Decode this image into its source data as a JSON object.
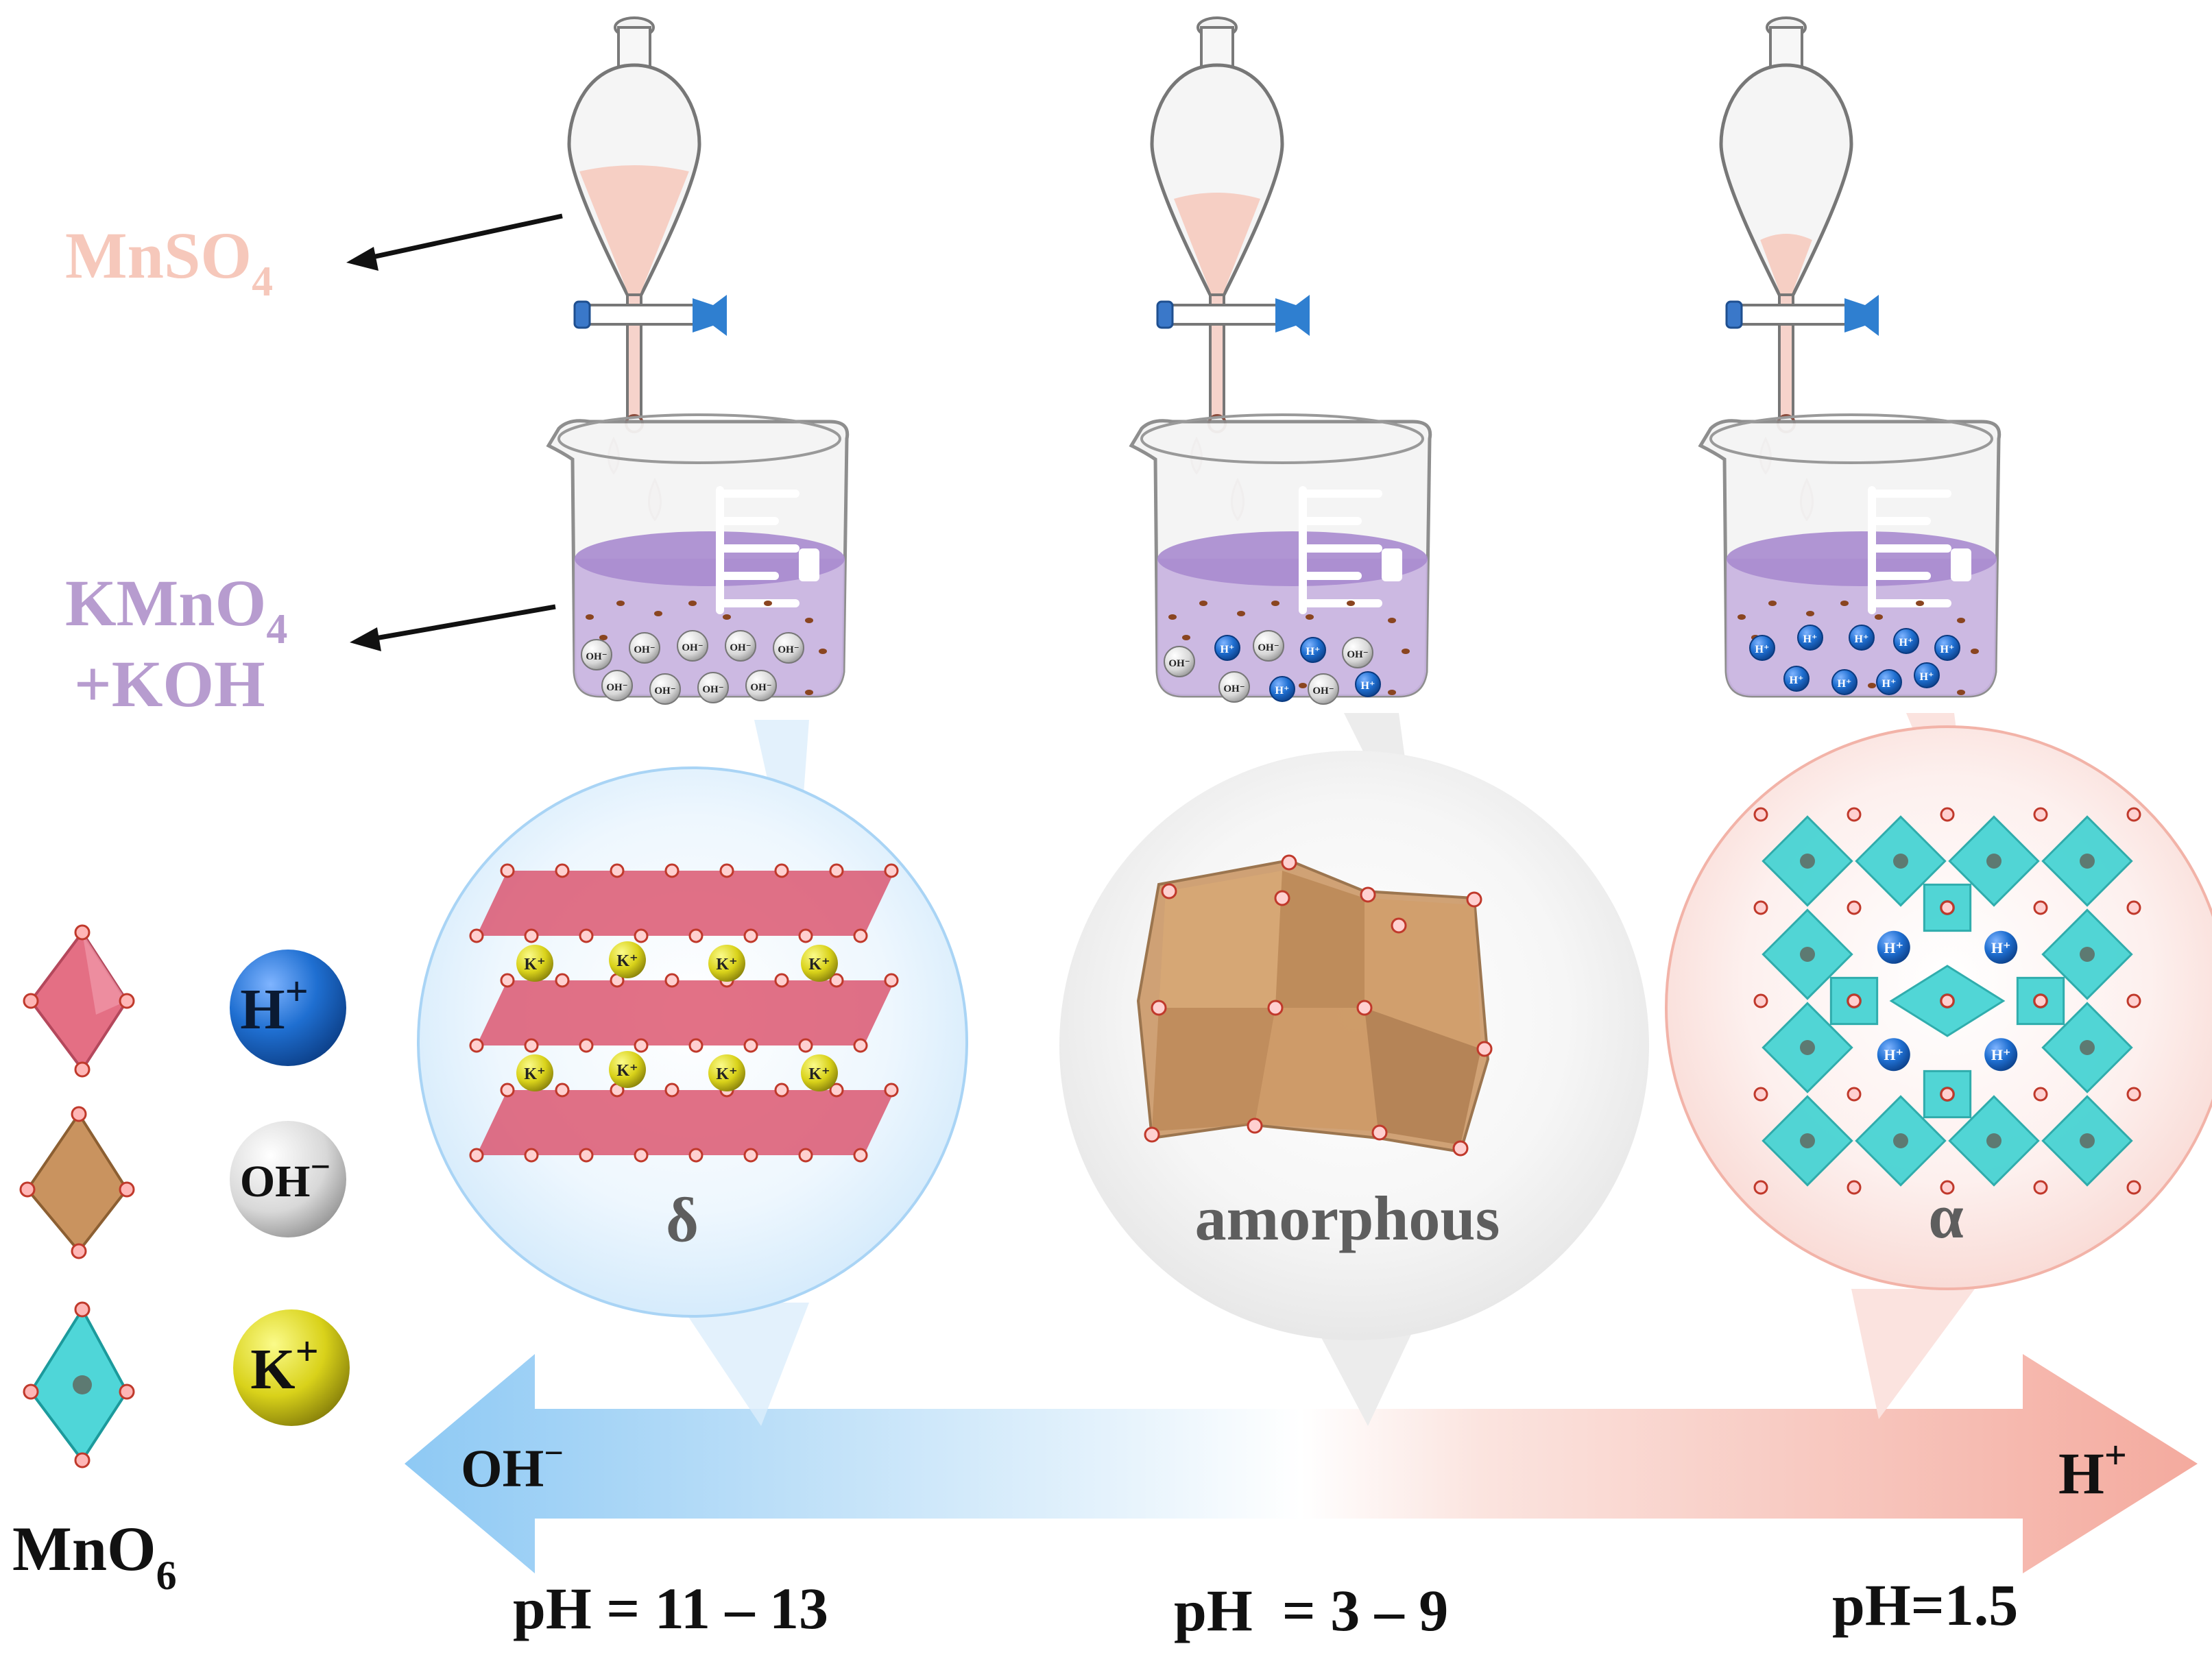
{
  "reagents": {
    "mnso4": {
      "main": "MnSO",
      "sub": "4",
      "color": "#f6c8bb"
    },
    "kmno4": {
      "line1_main": "KMnO",
      "line1_sub": "4",
      "line2": "+KOH",
      "color": "#b79ccf"
    }
  },
  "phases": [
    "δ",
    "amorphous",
    "α"
  ],
  "ph_values": [
    "pH = 11 – 13",
    "pH  = 3 – 9",
    "pH=1.5"
  ],
  "arrow": {
    "left_label_main": "OH",
    "left_label_sup": "−",
    "right_label_main": "H",
    "right_label_sup": "+",
    "left_color": "#8ec9f4",
    "right_color": "#f4aa9e"
  },
  "legend": {
    "title_main": "MnO",
    "title_sub": "6",
    "ions": [
      {
        "main": "H",
        "sup": "+",
        "color": "#1f6fd1"
      },
      {
        "main": "OH",
        "sup": "−",
        "color": "#dedede"
      },
      {
        "main": "K",
        "sup": "+",
        "color": "#e3e01a"
      }
    ],
    "octahedra_colors": [
      "#e46f84",
      "#c9935f",
      "#4fd6d8"
    ]
  },
  "ion_labels": {
    "oh": "OH⁻",
    "h": "H⁺",
    "k": "K⁺"
  },
  "colors": {
    "solution": "#b89ed6",
    "delta_sheet": "#d8415d",
    "amorphous": "#c9935f",
    "alpha": "#3fd2d2"
  }
}
